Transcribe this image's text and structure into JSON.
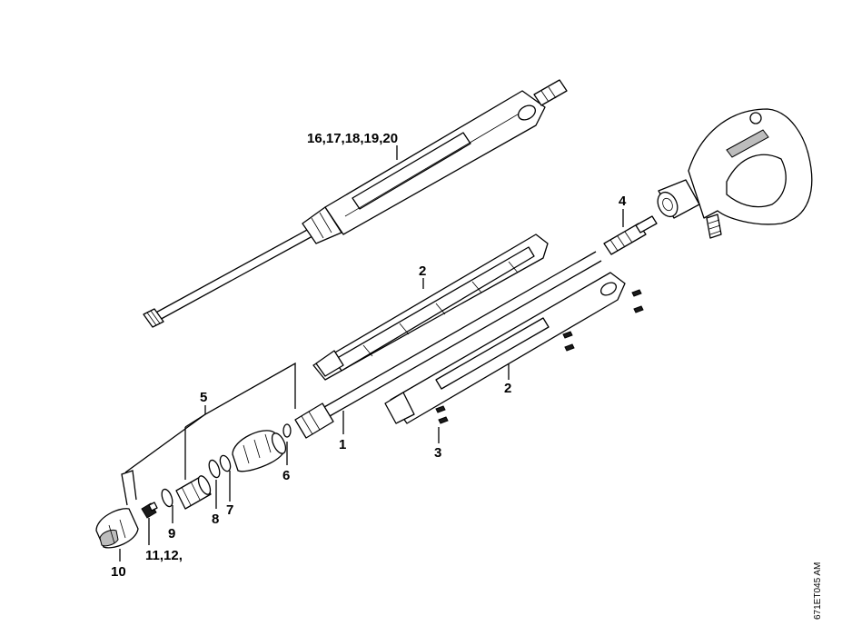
{
  "callouts": {
    "p16_20": "16,17,18,19,20",
    "p2_upper": "2",
    "p2_lower": "2",
    "p4": "4",
    "p5": "5",
    "p1": "1",
    "p3": "3",
    "p6": "6",
    "p7": "7",
    "p8": "8",
    "p9": "9",
    "p10": "10",
    "p11_12": "11,12,"
  },
  "reference_code": "671ET045 AM"
}
